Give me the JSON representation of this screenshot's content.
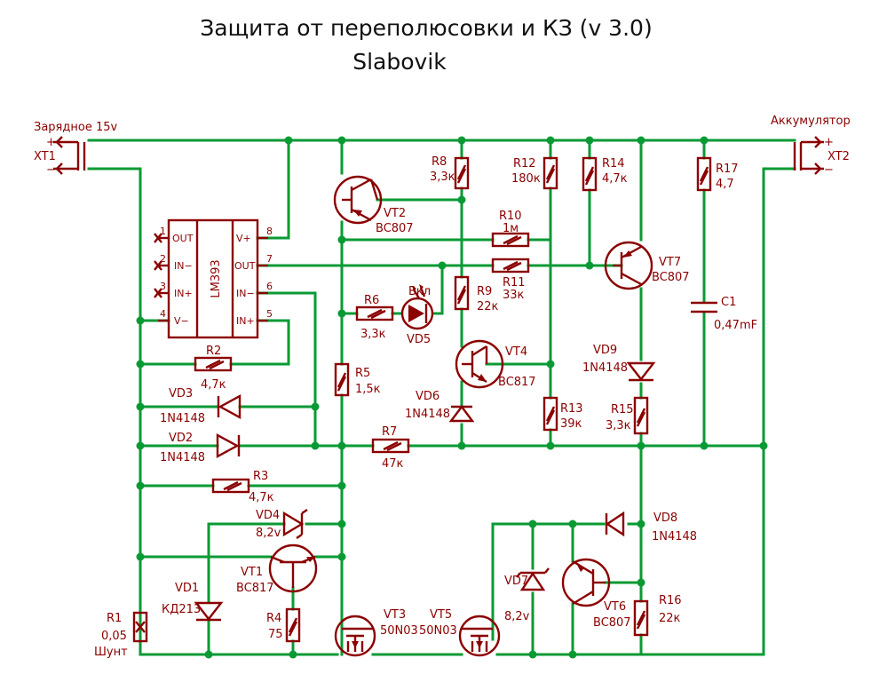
{
  "title": "Защита от переполюсовки и КЗ (v 3.0)",
  "author": "Slabovik",
  "connectors": {
    "xt1": {
      "ref": "XT1",
      "label": "Зарядное 15v",
      "plus": "+",
      "minus": "−"
    },
    "xt2": {
      "ref": "XT2",
      "label": "Аккумулятор",
      "plus": "+",
      "minus": "−"
    }
  },
  "ic": {
    "name": "LM393",
    "pins": [
      {
        "num": "1",
        "name": "OUT"
      },
      {
        "num": "2",
        "name": "IN−"
      },
      {
        "num": "3",
        "name": "IN+"
      },
      {
        "num": "4",
        "name": "V−"
      },
      {
        "num": "8",
        "name": "V+"
      },
      {
        "num": "7",
        "name": "OUT"
      },
      {
        "num": "6",
        "name": "IN−"
      },
      {
        "num": "5",
        "name": "IN+"
      }
    ]
  },
  "parts": {
    "R1": {
      "ref": "R1",
      "value": "0,05",
      "note": "Шунт"
    },
    "R2": {
      "ref": "R2",
      "value": "4,7к"
    },
    "R3": {
      "ref": "R3",
      "value": "4,7к"
    },
    "R4": {
      "ref": "R4",
      "value": "75"
    },
    "R5": {
      "ref": "R5",
      "value": "1,5к"
    },
    "R6": {
      "ref": "R6",
      "value": "3,3к"
    },
    "R7": {
      "ref": "R7",
      "value": "47к"
    },
    "R8": {
      "ref": "R8",
      "value": "3,3к"
    },
    "R9": {
      "ref": "R9",
      "value": "22к"
    },
    "R10": {
      "ref": "R10",
      "value": "1м"
    },
    "R11": {
      "ref": "R11",
      "value": "33к"
    },
    "R12": {
      "ref": "R12",
      "value": "180к"
    },
    "R13": {
      "ref": "R13",
      "value": "39к"
    },
    "R14": {
      "ref": "R14",
      "value": "4,7к"
    },
    "R15": {
      "ref": "R15",
      "value": "3,3к"
    },
    "R16": {
      "ref": "R16",
      "value": "22к"
    },
    "R17": {
      "ref": "R17",
      "value": "4,7"
    },
    "C1": {
      "ref": "C1",
      "value": "0,47mF"
    },
    "VD1": {
      "ref": "VD1",
      "value": "КД213"
    },
    "VD2": {
      "ref": "VD2",
      "value": "1N4148"
    },
    "VD3": {
      "ref": "VD3",
      "value": "1N4148"
    },
    "VD4": {
      "ref": "VD4",
      "value": "8,2v"
    },
    "VD5": {
      "ref": "VD5",
      "value": "Вкл"
    },
    "VD6": {
      "ref": "VD6",
      "value": "1N4148"
    },
    "VD7": {
      "ref": "VD7",
      "value": "8,2v"
    },
    "VD8": {
      "ref": "VD8",
      "value": "1N4148"
    },
    "VD9": {
      "ref": "VD9",
      "value": "1N4148"
    },
    "VT1": {
      "ref": "VT1",
      "value": "BC817"
    },
    "VT2": {
      "ref": "VT2",
      "value": "BC807"
    },
    "VT3": {
      "ref": "VT3",
      "value": "50N03"
    },
    "VT4": {
      "ref": "VT4",
      "value": "BC817"
    },
    "VT5": {
      "ref": "VT5",
      "value": "50N03"
    },
    "VT6": {
      "ref": "VT6",
      "value": "BC807"
    },
    "VT7": {
      "ref": "VT7",
      "value": "BC807"
    }
  }
}
